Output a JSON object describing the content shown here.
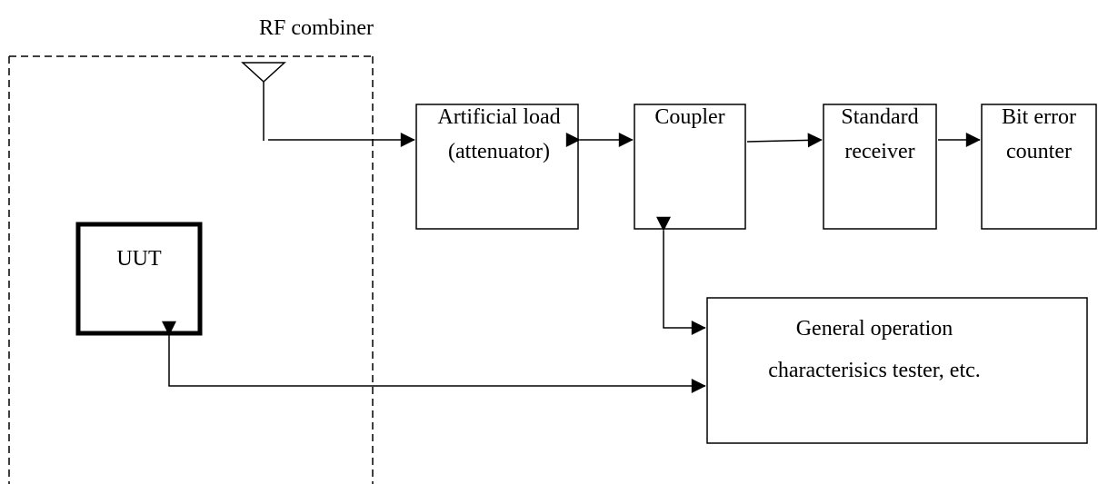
{
  "diagram": {
    "title": "RF combiner",
    "blocks": {
      "uut": {
        "label": "UUT"
      },
      "artificial_load": {
        "line1": "Artificial load",
        "line2": "(attenuator)"
      },
      "coupler": {
        "label": "Coupler"
      },
      "standard_receiver": {
        "line1": "Standard",
        "line2": "receiver"
      },
      "bit_error_counter": {
        "line1": "Bit error",
        "line2": "counter"
      },
      "tester": {
        "line1": "General operation",
        "line2": "characterisics tester, etc."
      }
    }
  },
  "colors": {
    "stroke": "#000000",
    "background": "#ffffff"
  },
  "icons": {
    "antenna": "antenna-icon"
  }
}
